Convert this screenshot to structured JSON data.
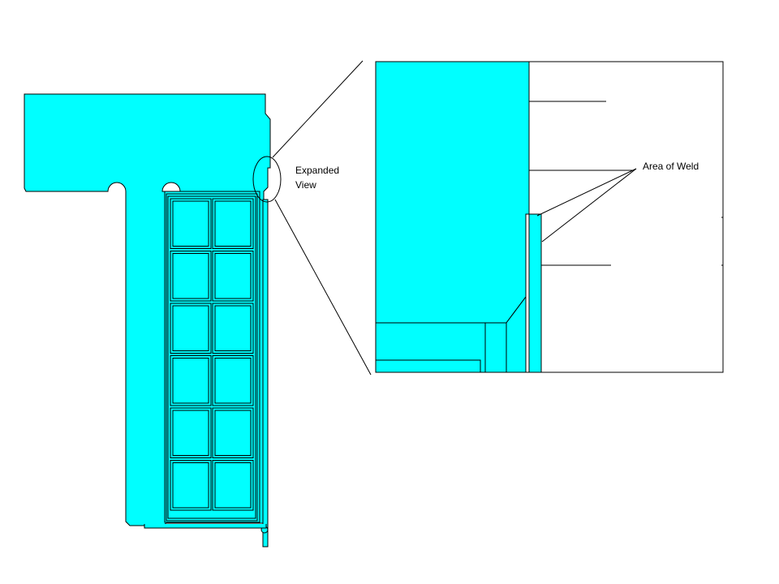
{
  "colors": {
    "fill": "#00ffff",
    "stroke": "#000000",
    "background": "#ffffff"
  },
  "labels": {
    "expanded_line1": "Expanded",
    "expanded_line2": "View",
    "weld": "Area of Weld"
  },
  "window_grid": {
    "rows": 6,
    "cols": 2
  }
}
